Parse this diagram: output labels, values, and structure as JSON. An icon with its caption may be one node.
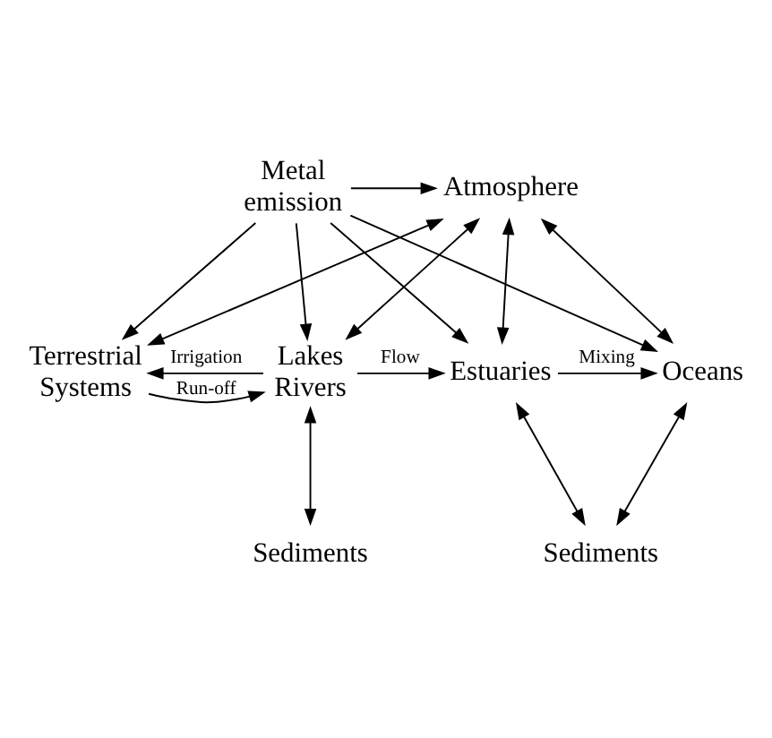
{
  "diagram": {
    "nodes": [
      {
        "text": [
          "Metal emission"
        ]
      },
      {
        "text": [
          "Atmosphere"
        ]
      },
      {
        "text": [
          "Terrestrial Systems"
        ]
      },
      {
        "text": [
          "Lakes Rivers"
        ]
      },
      {
        "text": [
          "Estuaries"
        ]
      },
      {
        "text": [
          "Oceans"
        ]
      },
      {
        "text": [
          "Sediments"
        ]
      },
      {
        "text": [
          "Sediments"
        ]
      }
    ],
    "edges": [
      {
        "from": 0,
        "to": 1,
        "arrow": "to"
      },
      {
        "from": 1,
        "to": 2,
        "arrow": "both"
      },
      {
        "from": 1,
        "to": 3,
        "arrow": "both"
      },
      {
        "from": 1,
        "to": 4,
        "arrow": "both"
      },
      {
        "from": 1,
        "to": 5,
        "arrow": "both"
      },
      {
        "from": 0,
        "to": 2,
        "arrow": "to"
      },
      {
        "from": 0,
        "to": 3,
        "arrow": "to"
      },
      {
        "from": 0,
        "to": 4,
        "arrow": "to"
      },
      {
        "from": 0,
        "to": 5,
        "arrow": "to"
      },
      {
        "from": 2,
        "to": 3,
        "arrow": "to",
        "label": "Run-off"
      },
      {
        "from": 3,
        "to": 2,
        "arrow": "to",
        "label": "Irrigation"
      },
      {
        "from": 3,
        "to": 4,
        "arrow": "to",
        "label": "Flow"
      },
      {
        "from": 4,
        "to": 5,
        "arrow": "to",
        "label": "Mixing"
      },
      {
        "from": 3,
        "to": 6,
        "arrow": "both"
      },
      {
        "from": 4,
        "to": 7,
        "arrow": "both"
      },
      {
        "from": 5,
        "to": 7,
        "arrow": "both"
      }
    ]
  }
}
